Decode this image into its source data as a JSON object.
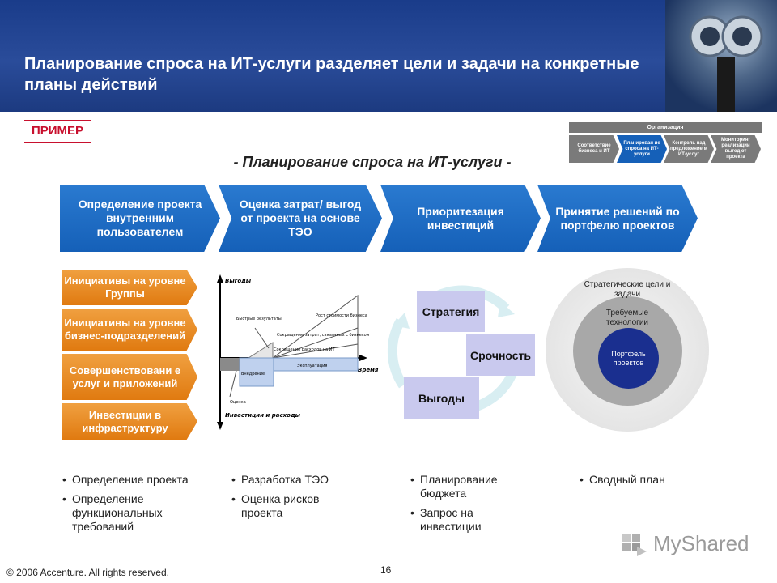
{
  "header": {
    "title": "Планирование спроса на ИТ-услуги разделяет цели и задачи на конкретные планы действий"
  },
  "example_tag": "ПРИМЕР",
  "subtitle": "- Планирование спроса на ИТ-услуги -",
  "nav_diagram": {
    "org_label": "Организация",
    "steps": [
      "Соответствие бизнеса и ИТ",
      "Планирован ие спроса на ИТ-услуги",
      "Контроль над предложение м ИТ-услуг",
      "Мониторинг реализации выгод от проекта"
    ]
  },
  "process": {
    "steps": [
      "Определение проекта внутренним пользователем",
      "Оценка затрат/ выгод от проекта на основе ТЭО",
      "Приоритезация инвестиций",
      "Принятие решений по портфелю проектов"
    ]
  },
  "initiatives": [
    "Инициативы на уровне Группы",
    "Инициативы на уровне бизнес-подразделений",
    "Совершенствовани е услуг и приложений",
    "Инвестиции в инфраструктуру"
  ],
  "benefit_chart": {
    "y_top_label": "Выгоды",
    "y_bottom_label": "Инвестиции и расходы",
    "x_label": "Время",
    "labels": {
      "cost_growth": "Рост стоимости бизнеса",
      "quick_results": "Быстрые результаты",
      "cost_reduction_business": "Сокращение затрат, связанных с бизнесом",
      "cost_reduction_it": "Сокращение расходов на ИТ",
      "implementation": "Внедрение",
      "operation": "Эксплуатация",
      "assessment": "Оценка"
    }
  },
  "priority_cycle": {
    "items": [
      "Стратегия",
      "Срочность",
      "Выгоды"
    ]
  },
  "portfolio_circles": {
    "outer": "Стратегические цели и задачи",
    "middle": "Требуемые технологии",
    "inner": "Портфель проектов"
  },
  "bullets": {
    "col1": [
      "Определение проекта",
      "Определение функциональных требований"
    ],
    "col2": [
      "Разработка ТЭО",
      "Оценка рисков проекта"
    ],
    "col3": [
      "Планирование бюджета",
      "Запрос на инвестиции"
    ],
    "col4": [
      "Сводный план"
    ]
  },
  "footer": {
    "copyright": "© 2006 Accenture. All rights reserved.",
    "page_number": "16",
    "logo_text": "MyShared"
  },
  "colors": {
    "header_blue": "#1a3c8a",
    "process_blue": "#1e6cc8",
    "orange": "#e88a20",
    "accent_red": "#c8102e",
    "box_lavender": "#c9c9ee",
    "portfolio_navy": "#1a2f8f"
  }
}
